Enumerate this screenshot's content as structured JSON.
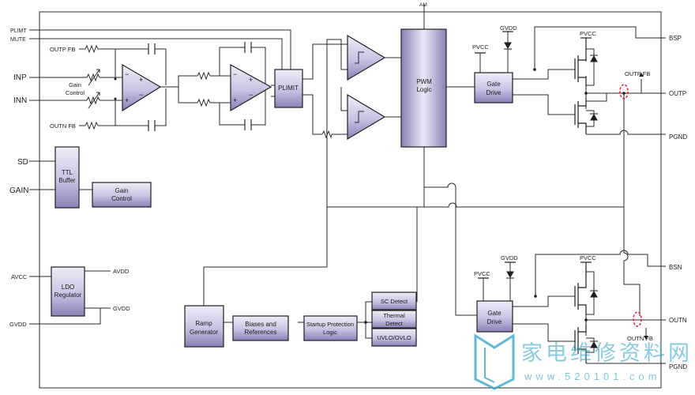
{
  "pins_left": {
    "plimit": "PLIMT",
    "mute": "MUTE",
    "inp": "INP",
    "inn": "INN",
    "sd": "SD",
    "gain": "GAIN",
    "avcc": "AVCC",
    "gvdd": "GVDD"
  },
  "pins_right": {
    "bsp": "BSP",
    "outp": "OUTP",
    "pgnd_top": "PGND",
    "bsn": "BSN",
    "outn": "OUTN",
    "pgnd_bottom": "PGND"
  },
  "pin_top": {
    "am": "AM"
  },
  "internal_labels": {
    "outp_fb_left": "OUTP FB",
    "outn_fb_left": "OUTN FB",
    "gain_control_1": "Gain",
    "gain_control_2": "Control",
    "outp_fb_right": "OUTP FB",
    "outn_fb_right": "OUTN FB",
    "gvdd_top": "GVDD",
    "pvcc_top_left": "PVCC",
    "pvcc_top_right": "PVCC",
    "gvdd_bottom": "GVDD",
    "pvcc_bottom_left": "PVCC",
    "pvcc_bottom_right": "PVCC",
    "avdd_out": "AVDD",
    "gvdd_out": "GVDD"
  },
  "blocks": {
    "plimit": "PLIMIT",
    "pwm_1": "PWM",
    "pwm_2": "Logic",
    "gate_drive_top_1": "Gate",
    "gate_drive_top_2": "Drive",
    "gate_drive_bottom_1": "Gate",
    "gate_drive_bottom_2": "Drive",
    "ttl_1": "TTL",
    "ttl_2": "Buffer",
    "gain_ctrl_1": "Gain",
    "gain_ctrl_2": "Control",
    "ldo_1": "LDO",
    "ldo_2": "Regulator",
    "ramp_1": "Ramp",
    "ramp_2": "Generator",
    "biases_1": "Biases and",
    "biases_2": "References",
    "startup_1": "Startup Protection",
    "startup_2": "Logic",
    "sc_detect": "SC Detect",
    "thermal_1": "Thermal",
    "thermal_2": "Detect",
    "uvlo": "UVLO/OVLO"
  },
  "amp_signs": {
    "plus": "+",
    "minus": "−"
  },
  "watermark": {
    "text": "家电维修资料网",
    "url": "www.520101.com"
  },
  "colors": {
    "block_fill_top": "#eeeaf6",
    "block_fill_bottom": "#8f86b8",
    "wire": "#2a2a2a",
    "sense_mark": "#e0141c",
    "watermark": "#3aa7c8"
  }
}
